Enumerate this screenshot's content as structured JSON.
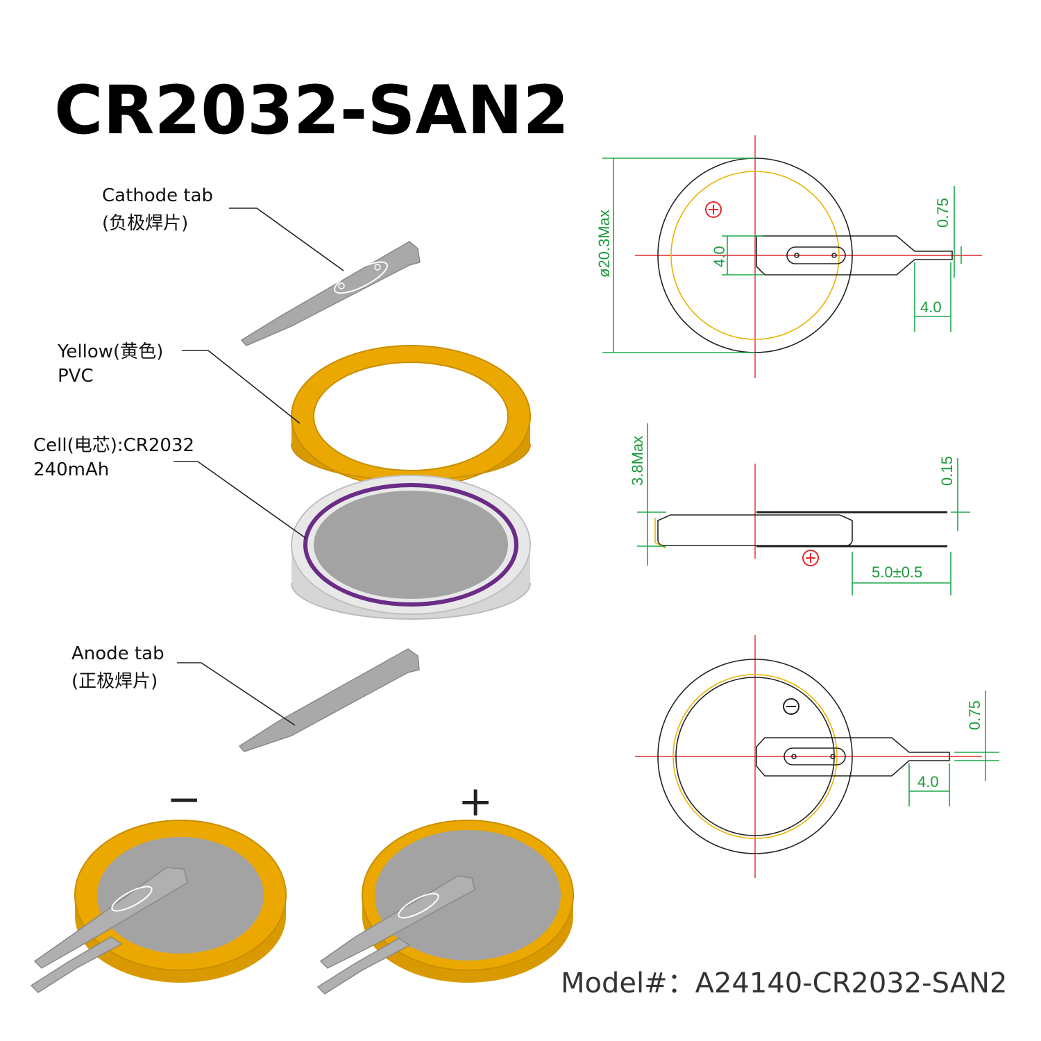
{
  "title": "CR2032-SAN2",
  "labels": {
    "cathode_line1": "Cathode tab",
    "cathode_line2": "(负极焊片)",
    "pvc_line1": "Yellow(黄色)",
    "pvc_line2": "PVC",
    "cell_line1": "Cell(电芯):CR2032",
    "cell_line2": "240mAh",
    "anode_line1": "Anode tab",
    "anode_line2": "(正极焊片)"
  },
  "polarity": {
    "negative": "−",
    "positive": "+"
  },
  "dimensions": {
    "top_view": {
      "diameter": "ø20.3Max",
      "tab_width": "4.0",
      "tab_thickness": "0.75",
      "tab_end": "4.0"
    },
    "side_view": {
      "height": "3.8Max",
      "tab_thickness": "0.15",
      "tab_offset": "5.0±0.5"
    },
    "bottom_view": {
      "tab_thickness": "0.75",
      "tab_end": "4.0"
    }
  },
  "model": "Model#：A24140-CR2032-SAN2",
  "colors": {
    "pvc": "#e7a400",
    "tab": "#a9a9a9",
    "dimension": "#1aa84a",
    "center_line": "#e5282a"
  }
}
